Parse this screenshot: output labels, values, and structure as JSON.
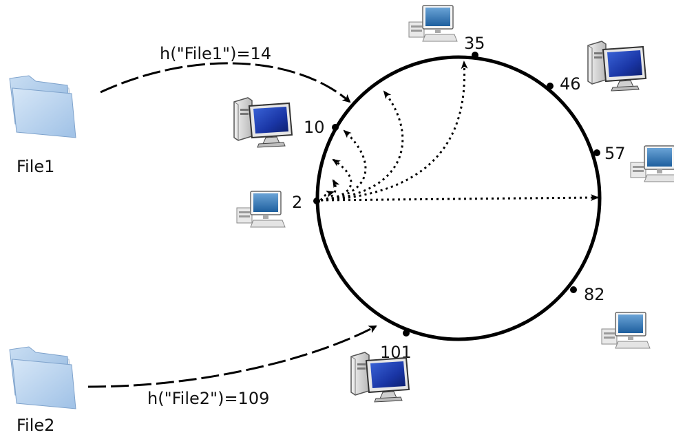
{
  "files": [
    {
      "name": "File1",
      "hash_label": "h(\"File1\")=14"
    },
    {
      "name": "File2",
      "hash_label": "h(\"File2\")=109"
    }
  ],
  "nodes": [
    "2",
    "10",
    "35",
    "46",
    "57",
    "82",
    "101"
  ],
  "colors": {
    "ring": "#000000",
    "folder_blue": "#a9c9ea",
    "monitor_blue": "#1f3fb3",
    "tower_gray": "#d8d8d8"
  }
}
